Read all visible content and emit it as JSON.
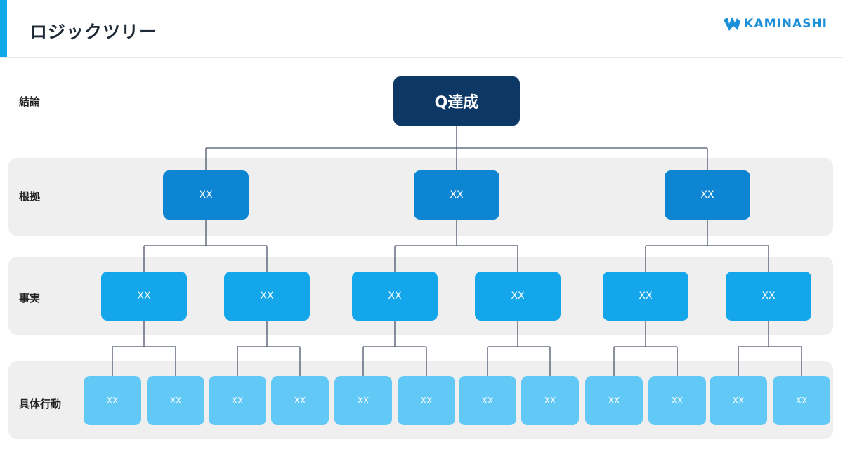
{
  "header": {
    "title": "ロジックツリー",
    "logo_text": "KAMINASHI",
    "logo_icon": "kaminashi-logo-icon"
  },
  "rows": {
    "conclusion": "結論",
    "grounds": "根拠",
    "facts": "事実",
    "actions": "具体行動"
  },
  "tree": {
    "root": "Q達成",
    "level1": [
      "XX",
      "XX",
      "XX"
    ],
    "level2": [
      "XX",
      "XX",
      "XX",
      "XX",
      "XX",
      "XX"
    ],
    "level3": [
      "XX",
      "XX",
      "XX",
      "XX",
      "XX",
      "XX",
      "XX",
      "XX",
      "XX",
      "XX",
      "XX",
      "XX"
    ]
  },
  "colors": {
    "accent": "#12a9ea",
    "root": "#0d3866",
    "level1": "#0d85d3",
    "level2": "#13a6ea",
    "level3": "#62c9f6",
    "connector": "#4a5568",
    "band": "#efefef",
    "logo": "#1c8fd9"
  }
}
